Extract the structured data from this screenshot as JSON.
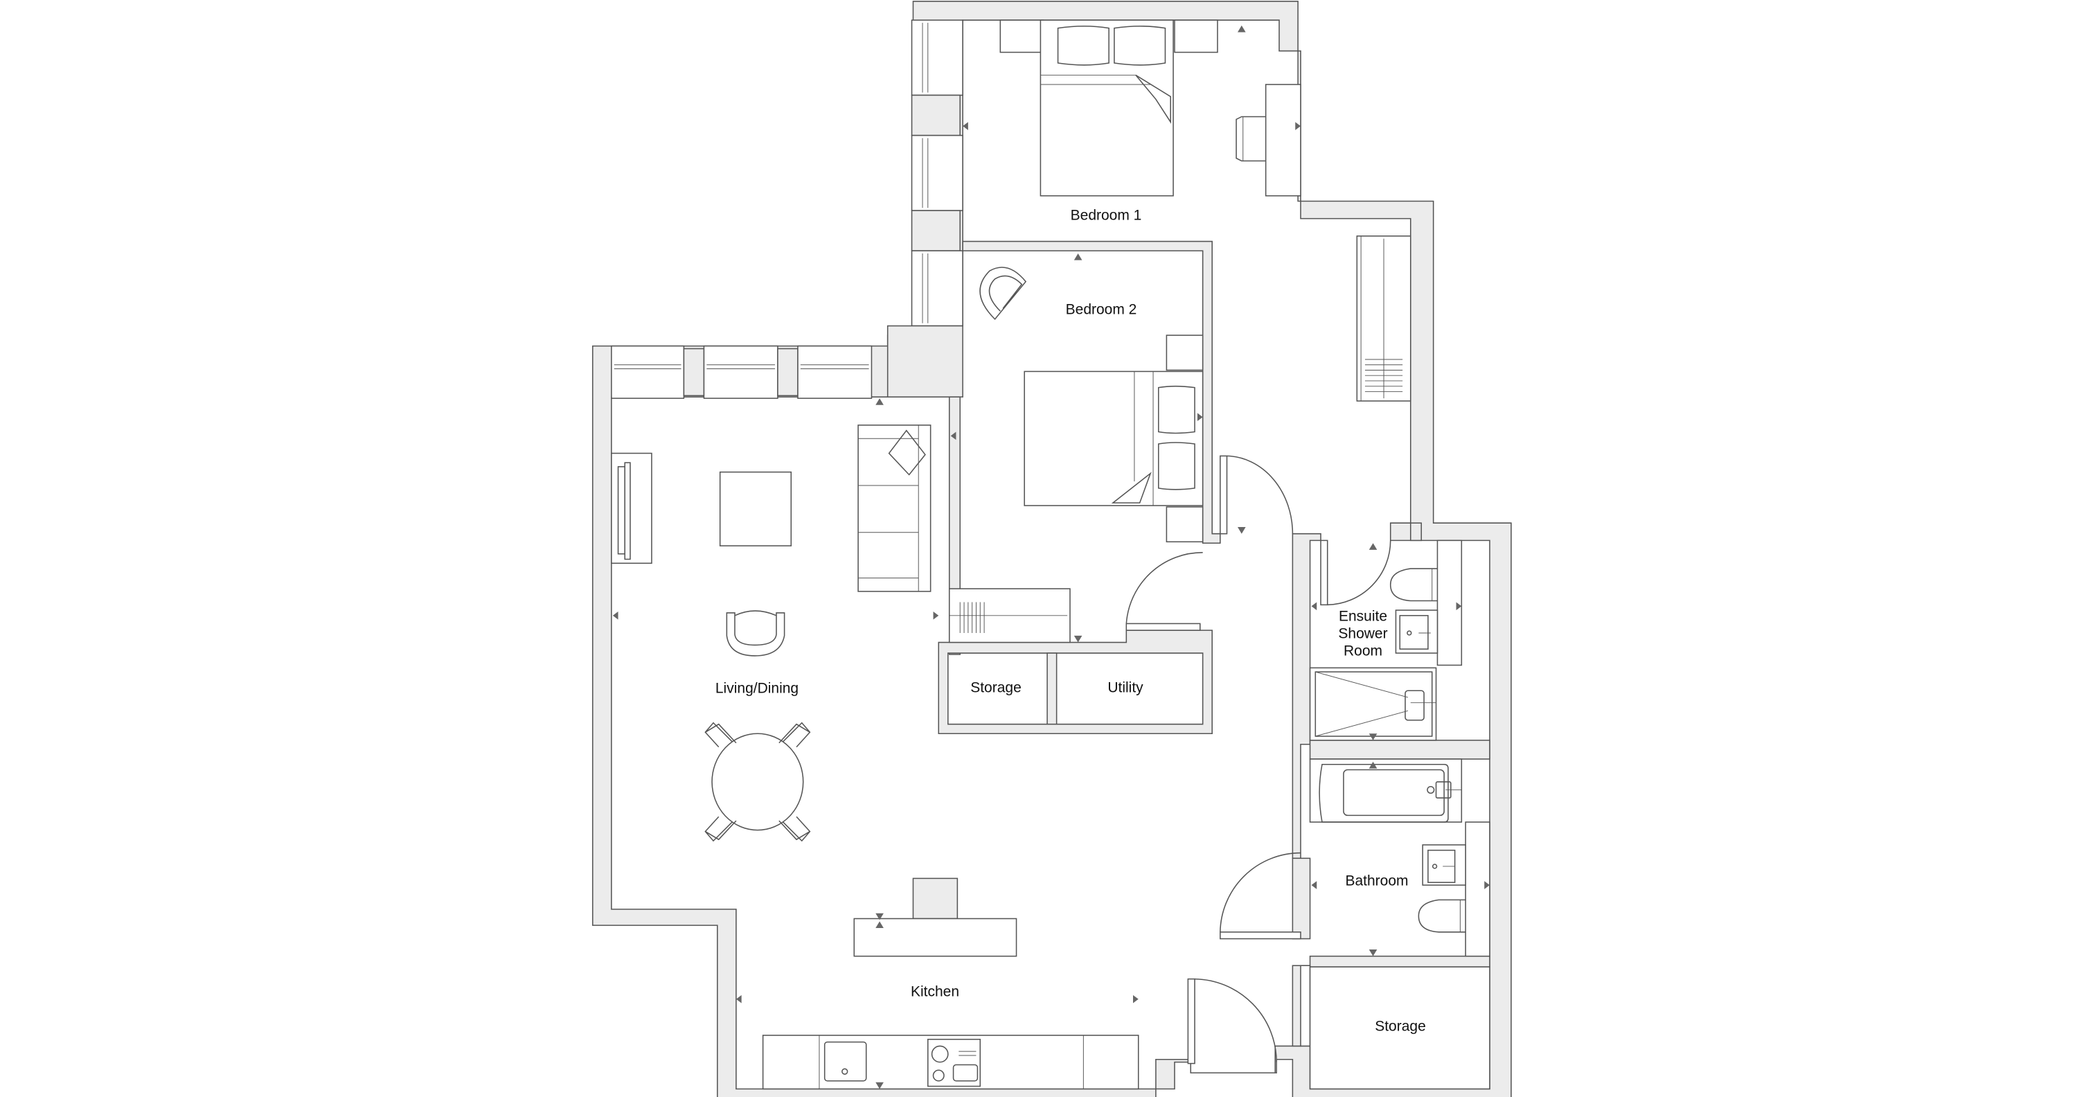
{
  "plan": {
    "type": "apartment floor plan",
    "colors": {
      "wall_fill": "#ececec",
      "line": "#555555",
      "marker": "#666666",
      "text": "#111111",
      "background": "#ffffff"
    },
    "rooms": [
      {
        "id": "bedroom1",
        "label": "Bedroom 1"
      },
      {
        "id": "bedroom2",
        "label": "Bedroom 2"
      },
      {
        "id": "living",
        "label": "Living/Dining"
      },
      {
        "id": "kitchen",
        "label": "Kitchen"
      },
      {
        "id": "storage1",
        "label": "Storage"
      },
      {
        "id": "utility",
        "label": "Utility"
      },
      {
        "id": "ensuite",
        "label_lines": [
          "Ensuite",
          "Shower",
          "Room"
        ]
      },
      {
        "id": "bathroom",
        "label": "Bathroom"
      },
      {
        "id": "storage2",
        "label": "Storage"
      }
    ],
    "furniture": [
      "double-bed",
      "bedside-tables",
      "desk",
      "desk-chair",
      "wardrobe",
      "armchair",
      "sofa",
      "coffee-table",
      "tv-unit",
      "round-dining-table",
      "dining-chairs",
      "kitchen-island",
      "sink",
      "hob",
      "toilet",
      "basin",
      "shower",
      "bathtub"
    ],
    "dimension_markers": "triangle arrows indicating room measurement points"
  }
}
